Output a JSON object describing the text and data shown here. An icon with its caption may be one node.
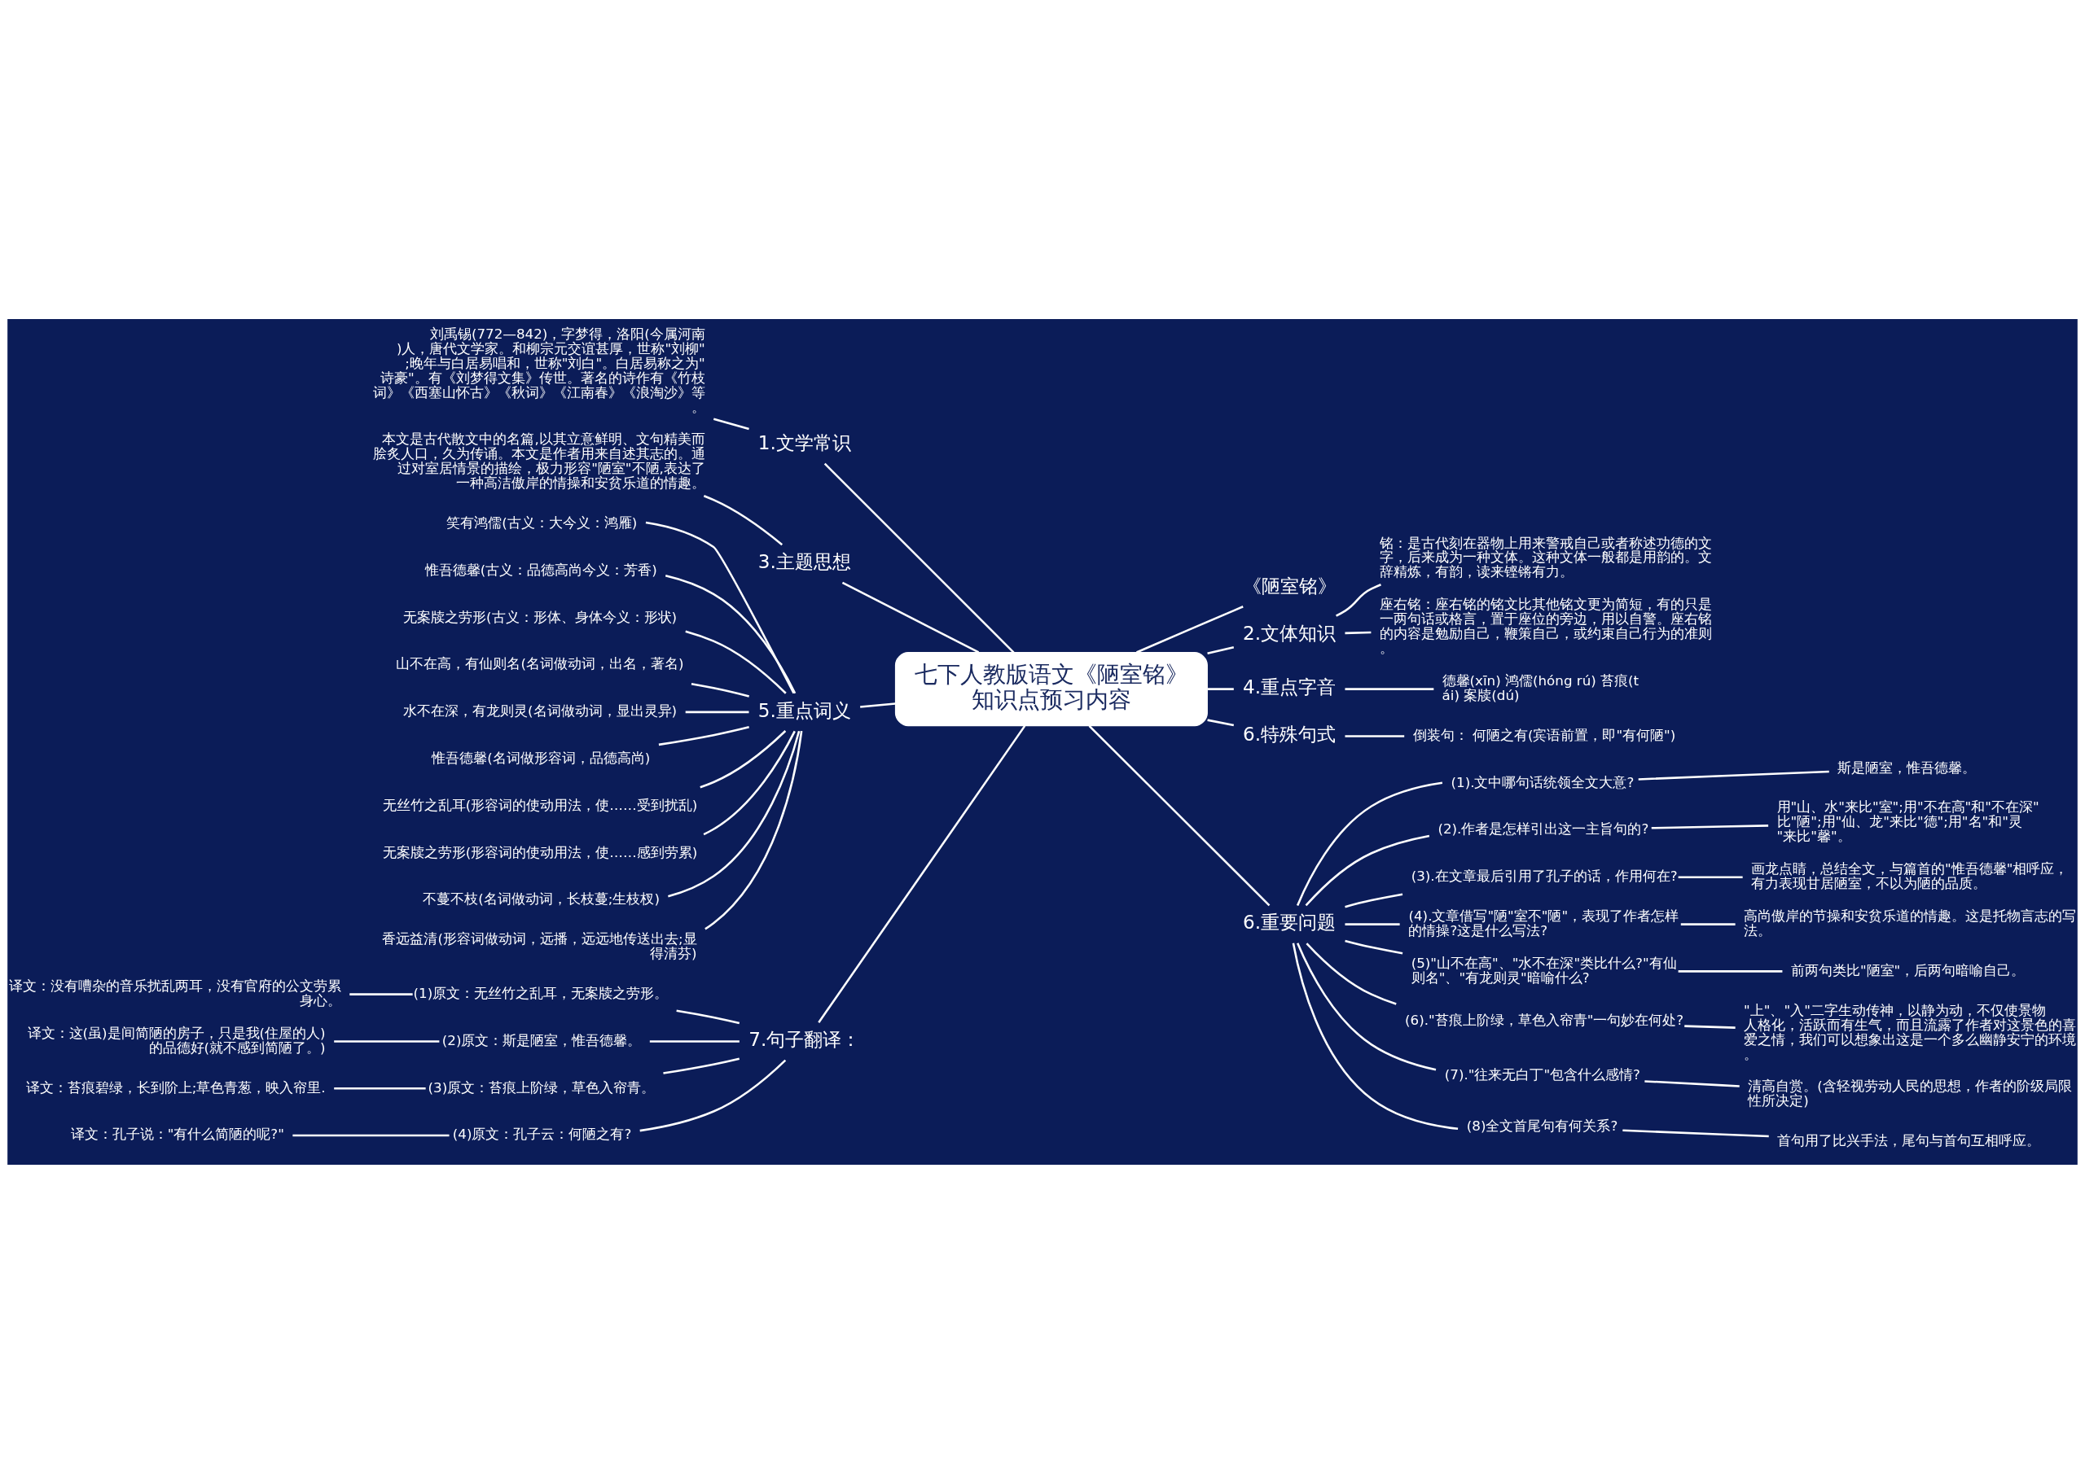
{
  "diagram": {
    "nodes": [
      {
        "text": [
          "七下人教版语文《陋室铭》知识点预习内容"
        ]
      },
      {
        "text": [
          "1.文学常识"
        ]
      },
      {
        "text": [
          "刘禹锡(772—842)，字梦得，洛阳(今属河南)人，唐代文学家。和柳宗元交谊甚厚，世称\"刘柳\";晚年与白居易唱和，世称\"刘白\"。白居易称之为\"诗豪\"。有《刘梦得文集》传世。著名的诗作有《竹枝词》《西塞山怀古》《秋词》《江南春》《浪淘沙》等。"
        ]
      },
      {
        "text": [
          "3.主题思想"
        ]
      },
      {
        "text": [
          "本文是古代散文中的名篇,以其立意鲜明、文句精美而脍炙人口，久为传诵。本文是作者用来自述其志的。通过对室居情景的描绘，极力形容\"陋室\"不陋,表达了一种高洁傲岸的情操和安贫乐道的情趣。"
        ]
      },
      {
        "text": [
          "5.重点词义"
        ]
      },
      {
        "text": [
          "笑有鸿儒(古义：大今义：鸿雁)"
        ]
      },
      {
        "text": [
          "惟吾德馨(古义：品德高尚今义：芳香)"
        ]
      },
      {
        "text": [
          "无案牍之劳形(古义：形体、身体今义：形状)"
        ]
      },
      {
        "text": [
          "山不在高，有仙则名(名词做动词，出名，著名)"
        ]
      },
      {
        "text": [
          "水不在深，有龙则灵(名词做动词，显出灵异)"
        ]
      },
      {
        "text": [
          "惟吾德馨(名词做形容词，品德高尚)"
        ]
      },
      {
        "text": [
          "无丝竹之乱耳(形容词的使动用法，使……受到扰乱)"
        ]
      },
      {
        "text": [
          "无案牍之劳形(形容词的使动用法，使……感到劳累)"
        ]
      },
      {
        "text": [
          "不蔓不枝(名词做动词，长枝蔓;生枝杈)"
        ]
      },
      {
        "text": [
          "香远益清(形容词做动词，远播，远远地传送出去;显得清芬)"
        ]
      },
      {
        "text": [
          "7.句子翻译："
        ]
      },
      {
        "text": [
          "(1)原文：无丝竹之乱耳，无案牍之劳形。"
        ]
      },
      {
        "text": [
          "译文：没有嘈杂的音乐扰乱两耳，没有官府的公文劳累身心。"
        ]
      },
      {
        "text": [
          "(2)原文：斯是陋室，惟吾德馨。"
        ]
      },
      {
        "text": [
          "译文：这(虽)是间简陋的房子，只是我(住屋的人)的品德好(就不感到简陋了。)"
        ]
      },
      {
        "text": [
          "(3)原文：苔痕上阶绿，草色入帘青。"
        ]
      },
      {
        "text": [
          "译文：苔痕碧绿，长到阶上;草色青葱，映入帘里."
        ]
      },
      {
        "text": [
          "(4)原文：孔子云：何陋之有?"
        ]
      },
      {
        "text": [
          "译文：孔子说：\"有什么简陋的呢?\""
        ]
      },
      {
        "text": [
          "《陋室铭》"
        ]
      },
      {
        "text": [
          "2.文体知识"
        ]
      },
      {
        "text": [
          "铭：是古代刻在器物上用来警戒自己或者称述功德的文字，后来成为一种文体。这种文体一般都是用韵的。文辞精炼，有韵，读来铿锵有力。"
        ]
      },
      {
        "text": [
          "座右铭：座右铭的铭文比其他铭文更为简短，有的只是一两句话或格言，置于座位的旁边，用以自警。座右铭的内容是勉励自己，鞭策自己，或约束自己行为的准则。"
        ]
      },
      {
        "text": [
          "4.重点字音"
        ]
      },
      {
        "text": [
          "德馨(xīn) 鸿儒(hóng rú) 苔痕(tái) 案牍(dú)"
        ]
      },
      {
        "text": [
          "6.特殊句式"
        ]
      },
      {
        "text": [
          "倒装句： 何陋之有(宾语前置，即\"有何陋\")"
        ]
      },
      {
        "text": [
          "6.重要问题"
        ]
      },
      {
        "text": [
          "(1).文中哪句话统领全文大意?"
        ]
      },
      {
        "text": [
          "斯是陋室，惟吾德馨。"
        ]
      },
      {
        "text": [
          "(2).作者是怎样引出这一主旨句的?"
        ]
      },
      {
        "text": [
          "用\"山、水\"来比\"室\";用\"不在高\"和\"不在深\"比\"陋\";用\"仙、龙\"来比\"德\";用\"名\"和\"灵\"来比\"馨\"。"
        ]
      },
      {
        "text": [
          "(3).在文章最后引用了孔子的话，作用何在?"
        ]
      },
      {
        "text": [
          "画龙点睛，总结全文，与篇首的\"惟吾德馨\"相呼应，有力表现甘居陋室，不以为陋的品质。"
        ]
      },
      {
        "text": [
          "(4).文章借写\"陋\"室不\"陋\"，表现了作者怎样的情操?这是什么写法?"
        ]
      },
      {
        "text": [
          "高尚傲岸的节操和安贫乐道的情趣。这是托物言志的写法。"
        ]
      },
      {
        "text": [
          "(5)\"山不在高\"、\"水不在深\"类比什么?\"有仙则名\"、\"有龙则灵\"暗喻什么?"
        ]
      },
      {
        "text": [
          "前两句类比\"陋室\"，后两句暗喻自己。"
        ]
      },
      {
        "text": [
          "(6).\"苔痕上阶绿，草色入帘青\"一句妙在何处?"
        ]
      },
      {
        "text": [
          "\"上\"、\"入\"二字生动传神，以静为动，不仅使景物人格化，活跃而有生气，而且流露了作者对这景色的喜爱之情，我们可以想象出这是一个多么幽静安宁的环境。"
        ]
      },
      {
        "text": [
          "(7).\"往来无白丁\"包含什么感情?"
        ]
      },
      {
        "text": [
          "清高自赏。(含轻视劳动人民的思想，作者的阶级局限性所决定)"
        ]
      },
      {
        "text": [
          "(8)全文首尾句有何关系?"
        ]
      },
      {
        "text": [
          "首句用了比兴手法，尾句与首句互相呼应。"
        ]
      }
    ],
    "edges": [
      {
        "from": 0,
        "to": 1,
        "arrow": "none"
      },
      {
        "from": 1,
        "to": 2,
        "arrow": "none"
      },
      {
        "from": 0,
        "to": 3,
        "arrow": "none"
      },
      {
        "from": 3,
        "to": 4,
        "arrow": "none"
      },
      {
        "from": 0,
        "to": 5,
        "arrow": "none"
      },
      {
        "from": 5,
        "to": 6,
        "arrow": "none"
      },
      {
        "from": 5,
        "to": 7,
        "arrow": "none"
      },
      {
        "from": 5,
        "to": 8,
        "arrow": "none"
      },
      {
        "from": 5,
        "to": 9,
        "arrow": "none"
      },
      {
        "from": 5,
        "to": 10,
        "arrow": "none"
      },
      {
        "from": 5,
        "to": 11,
        "arrow": "none"
      },
      {
        "from": 5,
        "to": 12,
        "arrow": "none"
      },
      {
        "from": 5,
        "to": 13,
        "arrow": "none"
      },
      {
        "from": 5,
        "to": 14,
        "arrow": "none"
      },
      {
        "from": 5,
        "to": 15,
        "arrow": "none"
      },
      {
        "from": 0,
        "to": 16,
        "arrow": "none"
      },
      {
        "from": 16,
        "to": 17,
        "arrow": "none"
      },
      {
        "from": 17,
        "to": 18,
        "arrow": "none"
      },
      {
        "from": 16,
        "to": 19,
        "arrow": "none"
      },
      {
        "from": 19,
        "to": 20,
        "arrow": "none"
      },
      {
        "from": 16,
        "to": 21,
        "arrow": "none"
      },
      {
        "from": 21,
        "to": 22,
        "arrow": "none"
      },
      {
        "from": 16,
        "to": 23,
        "arrow": "none"
      },
      {
        "from": 23,
        "to": 24,
        "arrow": "none"
      },
      {
        "from": 0,
        "to": 25,
        "arrow": "none"
      },
      {
        "from": 0,
        "to": 26,
        "arrow": "none"
      },
      {
        "from": 26,
        "to": 27,
        "arrow": "none"
      },
      {
        "from": 26,
        "to": 28,
        "arrow": "none"
      },
      {
        "from": 0,
        "to": 29,
        "arrow": "none"
      },
      {
        "from": 29,
        "to": 30,
        "arrow": "none"
      },
      {
        "from": 0,
        "to": 31,
        "arrow": "none"
      },
      {
        "from": 31,
        "to": 32,
        "arrow": "none"
      },
      {
        "from": 0,
        "to": 33,
        "arrow": "none"
      },
      {
        "from": 33,
        "to": 34,
        "arrow": "none"
      },
      {
        "from": 34,
        "to": 35,
        "arrow": "none"
      },
      {
        "from": 33,
        "to": 36,
        "arrow": "none"
      },
      {
        "from": 36,
        "to": 37,
        "arrow": "none"
      },
      {
        "from": 33,
        "to": 38,
        "arrow": "none"
      },
      {
        "from": 38,
        "to": 39,
        "arrow": "none"
      },
      {
        "from": 33,
        "to": 40,
        "arrow": "none"
      },
      {
        "from": 40,
        "to": 41,
        "arrow": "none"
      },
      {
        "from": 33,
        "to": 42,
        "arrow": "none"
      },
      {
        "from": 42,
        "to": 43,
        "arrow": "none"
      },
      {
        "from": 33,
        "to": 44,
        "arrow": "none"
      },
      {
        "from": 44,
        "to": 45,
        "arrow": "none"
      },
      {
        "from": 33,
        "to": 46,
        "arrow": "none"
      },
      {
        "from": 46,
        "to": 47,
        "arrow": "none"
      },
      {
        "from": 33,
        "to": 48,
        "arrow": "none"
      },
      {
        "from": 48,
        "to": 49,
        "arrow": "none"
      }
    ]
  }
}
